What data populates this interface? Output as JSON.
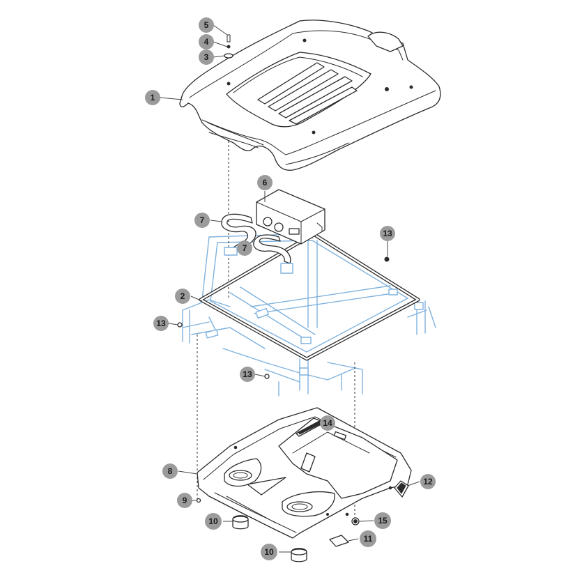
{
  "diagram": {
    "callouts": [
      {
        "id": "c1",
        "label": "1"
      },
      {
        "id": "c2",
        "label": "2"
      },
      {
        "id": "c3",
        "label": "3"
      },
      {
        "id": "c4",
        "label": "4"
      },
      {
        "id": "c5",
        "label": "5"
      },
      {
        "id": "c6",
        "label": "6"
      },
      {
        "id": "c7a",
        "label": "7"
      },
      {
        "id": "c7b",
        "label": "7"
      },
      {
        "id": "c8",
        "label": "8"
      },
      {
        "id": "c9",
        "label": "9"
      },
      {
        "id": "c10a",
        "label": "10"
      },
      {
        "id": "c10b",
        "label": "10"
      },
      {
        "id": "c11",
        "label": "11"
      },
      {
        "id": "c12",
        "label": "12"
      },
      {
        "id": "c13a",
        "label": "13"
      },
      {
        "id": "c13b",
        "label": "13"
      },
      {
        "id": "c13c",
        "label": "13"
      },
      {
        "id": "c14",
        "label": "14"
      },
      {
        "id": "c15",
        "label": "15"
      }
    ],
    "colors": {
      "callout_fill": "#9b9b9b",
      "part_stroke": "#2b2b2b",
      "cab_frame": "#7fb2de"
    }
  }
}
